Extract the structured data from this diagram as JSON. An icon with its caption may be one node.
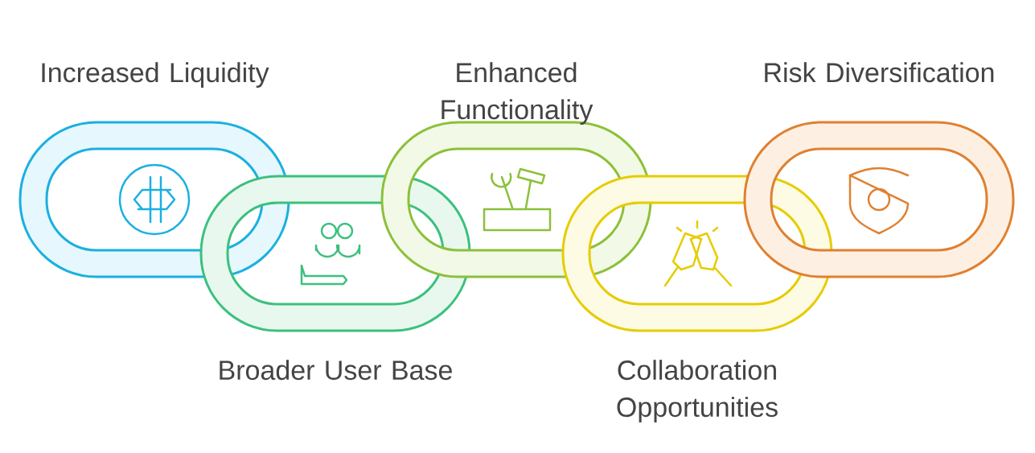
{
  "diagram": {
    "nodes": [
      {
        "text": [
          "Increased Liquidity"
        ]
      },
      {
        "text": [
          "Broader User Base"
        ]
      },
      {
        "text": [
          "Enhanced Functionality"
        ]
      },
      {
        "text": [
          "Collaboration Opportunities"
        ]
      },
      {
        "text": [
          "Risk Diversification"
        ]
      }
    ]
  }
}
